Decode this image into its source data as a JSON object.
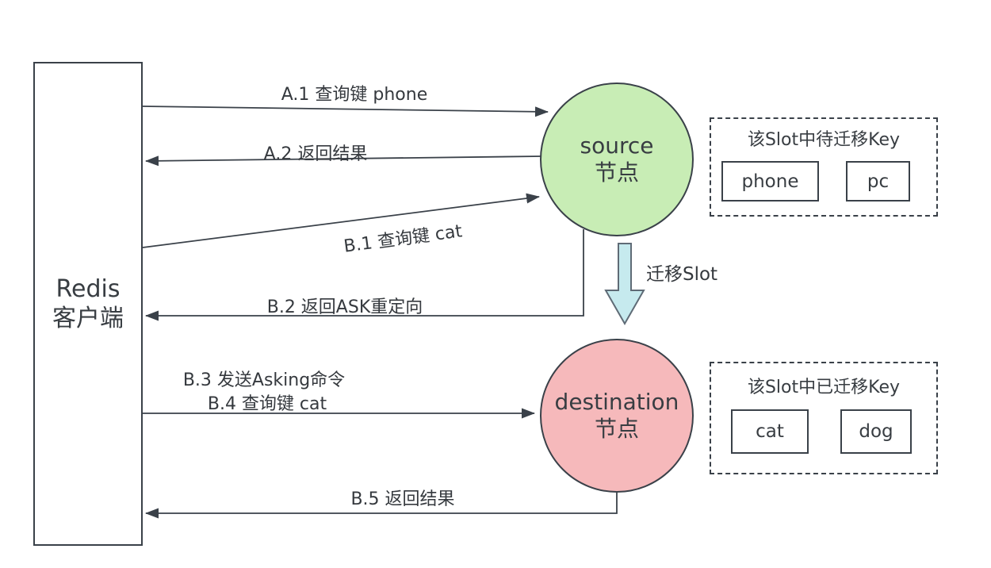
{
  "client": {
    "line1": "Redis",
    "line2": "客户端"
  },
  "source_node": {
    "line1": "source",
    "line2": "节点",
    "color": "#c8edb5"
  },
  "destination_node": {
    "line1": "destination",
    "line2": "节点",
    "color": "#f6b9bb"
  },
  "migration": {
    "label": "迁移Slot",
    "arrow_color": "#c6eaee"
  },
  "messages": {
    "a1": "A.1 查询键 phone",
    "a2": "A.2 返回结果",
    "b1": "B.1 查询键 cat",
    "b2": "B.2 返回ASK重定向",
    "b3": "B.3 发送Asking命令",
    "b4": "B.4 查询键 cat",
    "b5": "B.5 返回结果"
  },
  "pending_keys_box": {
    "title": "该Slot中待迁移Key",
    "keys": [
      "phone",
      "pc"
    ]
  },
  "migrated_keys_box": {
    "title": "该Slot中已迁移Key",
    "keys": [
      "cat",
      "dog"
    ]
  }
}
